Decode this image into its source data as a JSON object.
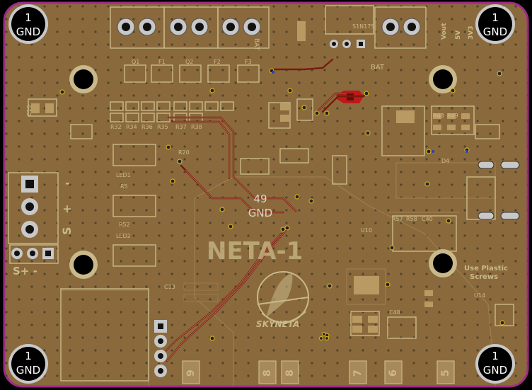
{
  "colors": {
    "background": "#000000",
    "board": "#8a6a3c",
    "outline": "#a02a8a",
    "silk": "#c9b98a",
    "copper": "#9a7a4a",
    "pad": "#c8c8c8",
    "trace_red": "#c01818",
    "via_ring": "#d4b020",
    "label_white": "#ffffff"
  },
  "mounting_holes": [
    {
      "net_num": "1",
      "net_name": "GND"
    },
    {
      "net_num": "1",
      "net_name": "GND"
    },
    {
      "net_num": "1",
      "net_name": "GND"
    },
    {
      "net_num": "1",
      "net_name": "GND"
    }
  ],
  "center_net": {
    "num": "49",
    "name": "GND"
  },
  "board_title": "NETA-1",
  "logo_text": "SKYNETA",
  "notes": [
    "Use Plastic",
    "Screws"
  ],
  "designators": {
    "q1": "Q1",
    "f1": "F1",
    "q2": "Q2",
    "f2": "F2",
    "f3": "F3",
    "r32": "R32",
    "r34": "R34",
    "r36": "R36",
    "r35": "R35",
    "r37": "R37",
    "r38": "R38",
    "led1": "LED1",
    "led2": "LED2",
    "r5": "R5",
    "r52": "R52",
    "r20": "R20",
    "c10": "C10",
    "u10": "U10",
    "u14": "U14",
    "c48": "C48",
    "r48": "R48",
    "r49": "R49",
    "r57": "R57",
    "r58": "R58",
    "c40": "C40",
    "c13": "C13",
    "d4": "D4",
    "d1n": "S1N17S",
    "bat": "BAT",
    "bat2": "BAT"
  },
  "terminal_labels": {
    "s_plus": "S+",
    "minus": "-",
    "s": "S",
    "plus": "+",
    "bottom": "S+ -"
  },
  "power_labels": [
    "Vout",
    "5V",
    "3V3"
  ],
  "bottom_pins": [
    "9",
    "8",
    "8",
    "7",
    "6",
    "5"
  ]
}
